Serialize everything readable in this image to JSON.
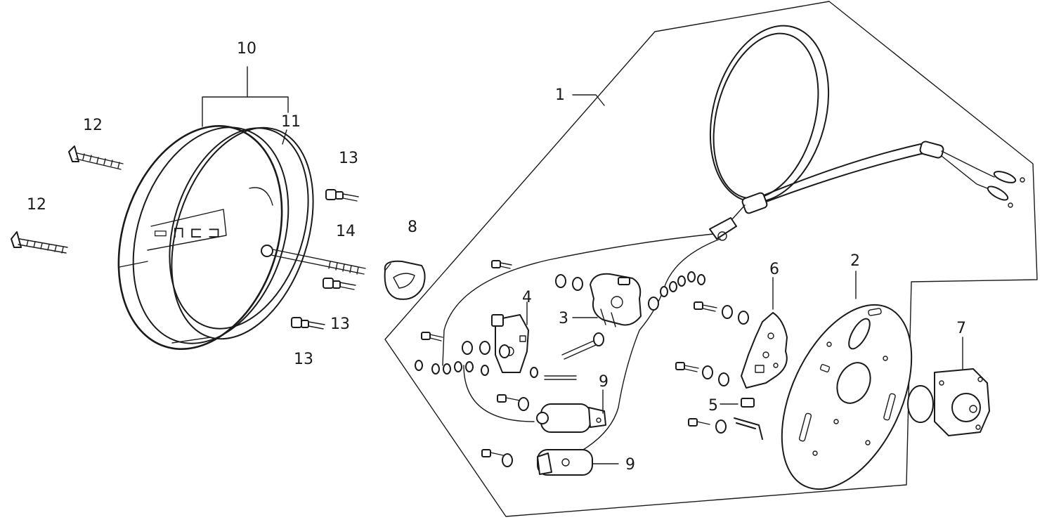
{
  "labels": {
    "l1": "1",
    "l2": "2",
    "l3": "3",
    "l4": "4",
    "l5": "5",
    "l6": "6",
    "l7": "7",
    "l8": "8",
    "l9a": "9",
    "l9b": "9",
    "l10": "10",
    "l11": "11",
    "l12a": "12",
    "l12b": "12",
    "l13a": "13",
    "l13b": "13",
    "l13c": "13",
    "l14": "14"
  }
}
